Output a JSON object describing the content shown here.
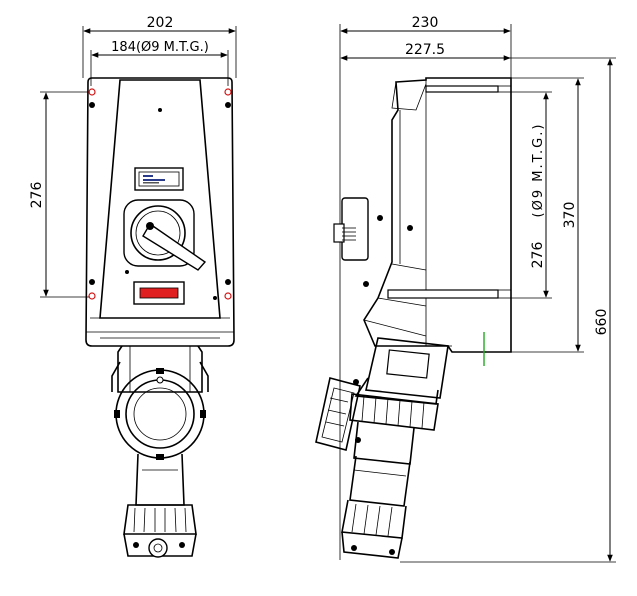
{
  "dimensions": {
    "front_width": "202",
    "front_mounting": "184(Ø9 M.T.G.)",
    "front_height": "276",
    "side_depth_overall": "230",
    "side_depth_body": "227.5",
    "side_mounting_label": "(Ø9 M.T.G.)",
    "side_mounting_height": "276",
    "side_body_height": "370",
    "side_total_height": "660"
  },
  "colors": {
    "line": "#000000",
    "mount_hole": "#d11919",
    "indicator": "#e02020",
    "ground_mark": "#22aa22"
  }
}
